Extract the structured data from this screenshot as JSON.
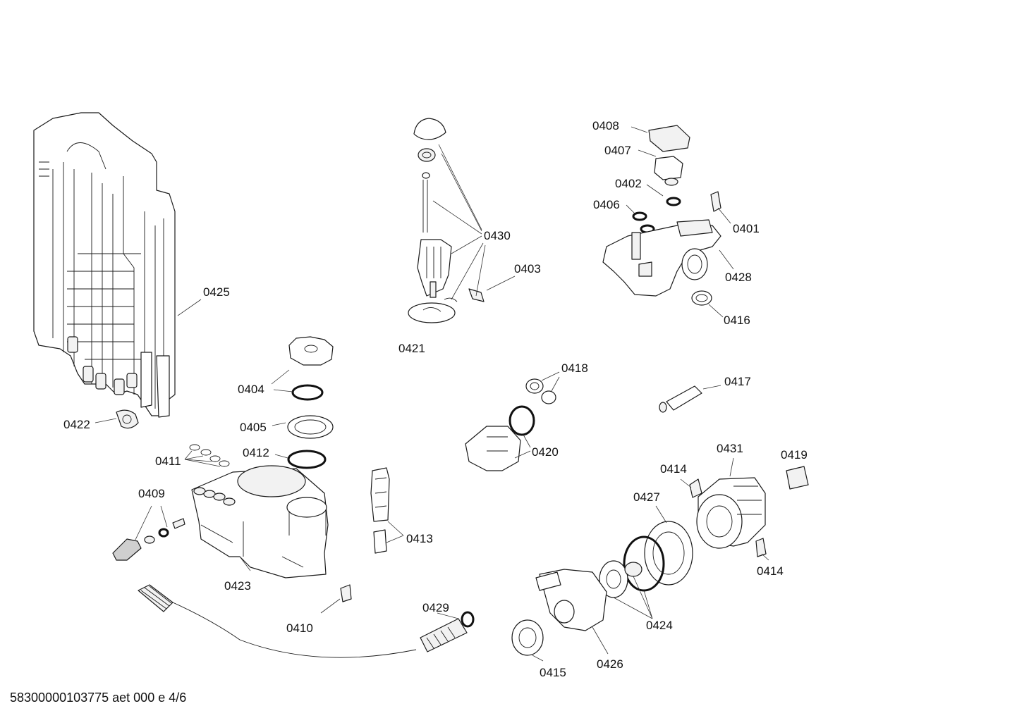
{
  "parts": [
    {
      "id": "p0425",
      "label": "0425"
    },
    {
      "id": "p0422",
      "label": "0422"
    },
    {
      "id": "p0430",
      "label": "0430"
    },
    {
      "id": "p0403",
      "label": "0403"
    },
    {
      "id": "p0421",
      "label": "0421"
    },
    {
      "id": "p0408",
      "label": "0408"
    },
    {
      "id": "p0407",
      "label": "0407"
    },
    {
      "id": "p0402",
      "label": "0402"
    },
    {
      "id": "p0406",
      "label": "0406"
    },
    {
      "id": "p0401",
      "label": "0401"
    },
    {
      "id": "p0428",
      "label": "0428"
    },
    {
      "id": "p0416",
      "label": "0416"
    },
    {
      "id": "p0404",
      "label": "0404"
    },
    {
      "id": "p0405",
      "label": "0405"
    },
    {
      "id": "p0412",
      "label": "0412"
    },
    {
      "id": "p0411",
      "label": "0411"
    },
    {
      "id": "p0409",
      "label": "0409"
    },
    {
      "id": "p0423",
      "label": "0423"
    },
    {
      "id": "p0410",
      "label": "0410"
    },
    {
      "id": "p0413",
      "label": "0413"
    },
    {
      "id": "p0418",
      "label": "0418"
    },
    {
      "id": "p0420",
      "label": "0420"
    },
    {
      "id": "p0417",
      "label": "0417"
    },
    {
      "id": "p0431",
      "label": "0431"
    },
    {
      "id": "p0419",
      "label": "0419"
    },
    {
      "id": "p0414a",
      "label": "0414"
    },
    {
      "id": "p0414b",
      "label": "0414"
    },
    {
      "id": "p0427",
      "label": "0427"
    },
    {
      "id": "p0429",
      "label": "0429"
    },
    {
      "id": "p0424",
      "label": "0424"
    },
    {
      "id": "p0415",
      "label": "0415"
    },
    {
      "id": "p0426",
      "label": "0426"
    }
  ],
  "footer": "58300000103775 aet 000 e 4/6"
}
